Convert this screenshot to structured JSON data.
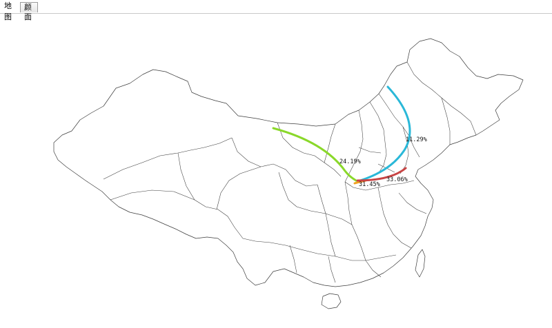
{
  "tabs": [
    {
      "label": "地图",
      "active": true
    },
    {
      "label": "颜面",
      "active": false
    }
  ],
  "map": {
    "flows": [
      {
        "name": "blue",
        "color": "#2ab8d8",
        "label": "11.29%"
      },
      {
        "name": "green",
        "color": "#8ad82a",
        "label": "24.19%"
      },
      {
        "name": "orange",
        "color": "#f0a020",
        "label": "31.45%"
      },
      {
        "name": "red",
        "color": "#c84444",
        "label": "33.06%"
      }
    ]
  }
}
